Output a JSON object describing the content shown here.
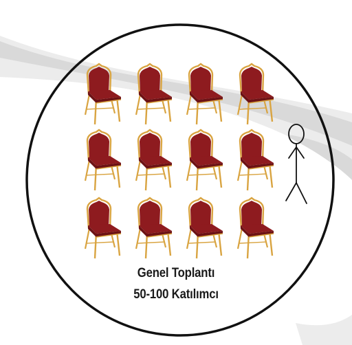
{
  "caption": {
    "line1": "Genel Toplantı",
    "line2": "50-100 Katılımcı"
  },
  "scene": {
    "chair_rows": 3,
    "chairs_per_row": 4,
    "figure_icon": "stick-figure-icon",
    "chair_icon": "banquet-chair-icon"
  },
  "colors": {
    "background": "#ffffff",
    "swoosh": "#d9d9d9",
    "swoosh_light": "#ececec",
    "circle_outline": "#111111",
    "chair_fabric": "#8e1b1f",
    "chair_fabric_dark": "#6d1215",
    "chair_frame": "#d9a441",
    "text": "#1a1a1a"
  }
}
